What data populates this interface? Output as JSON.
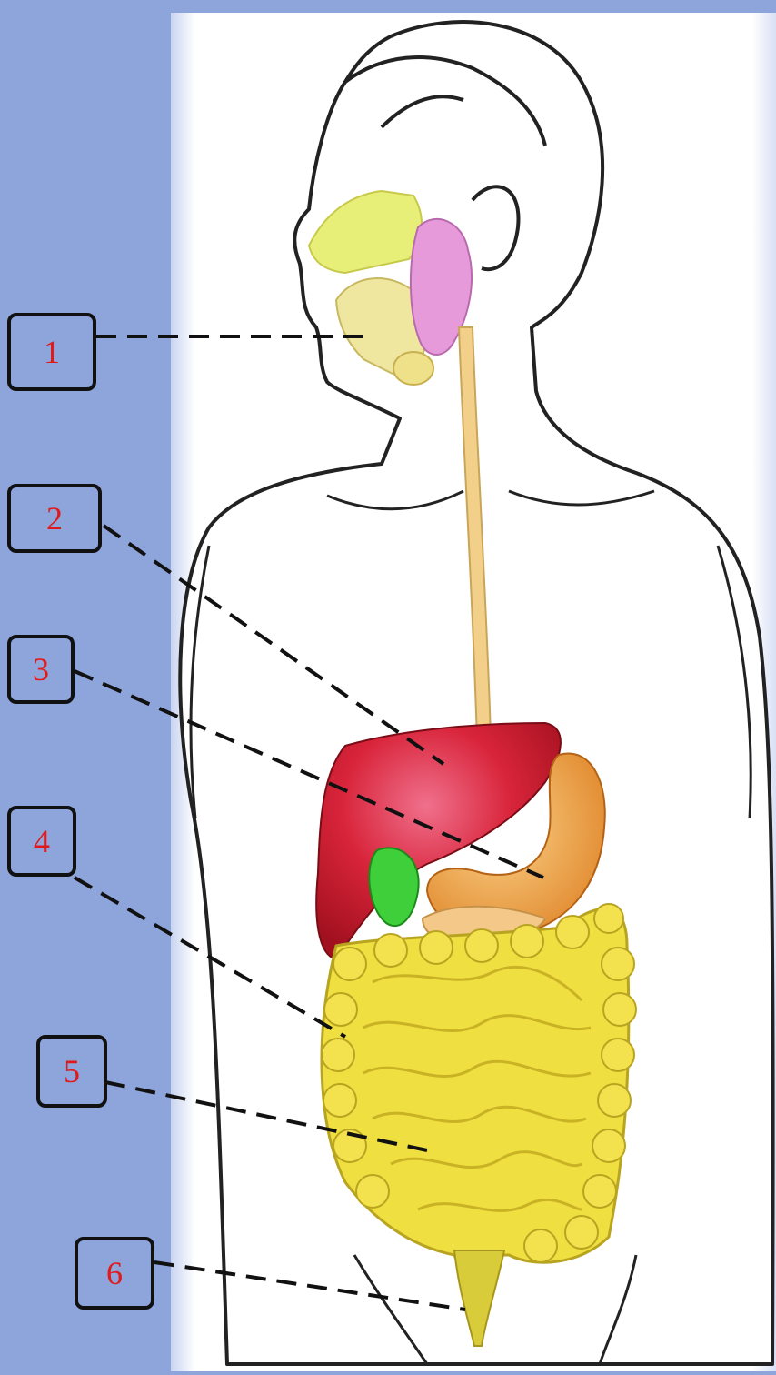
{
  "labels": [
    {
      "id": "1",
      "text": "1"
    },
    {
      "id": "2",
      "text": "2"
    },
    {
      "id": "3",
      "text": "3"
    },
    {
      "id": "4",
      "text": "4"
    },
    {
      "id": "5",
      "text": "5"
    },
    {
      "id": "6",
      "text": "6"
    }
  ],
  "colors": {
    "background": "#8ea5dc",
    "panel": "#ffffff",
    "label_text": "#e01a1a",
    "liver": "#d8243a",
    "stomach": "#f0a545",
    "gallbladder": "#3fcf3a",
    "intestines": "#f0df40",
    "esophagus": "#f2d089",
    "salivary_gland": "#e79ad9",
    "nasal": "#e8ef78"
  }
}
